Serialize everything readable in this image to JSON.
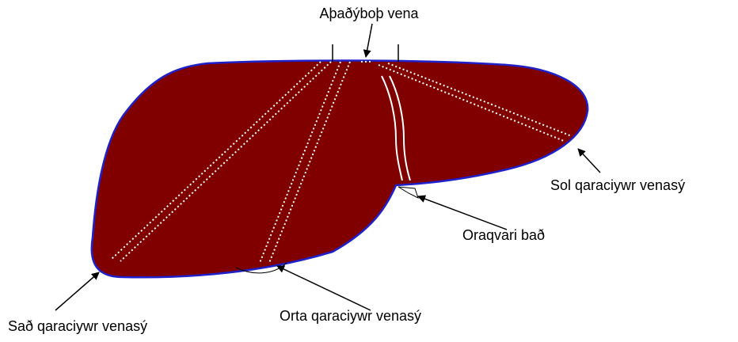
{
  "diagram": {
    "colors": {
      "liver_fill": "#800000",
      "outline": "#2020c8",
      "vessel_lines": "#ffffff",
      "arrows": "#000000",
      "background": "#ffffff"
    },
    "labels": {
      "top_vein": "Aþaðýboþ vena",
      "left_hepatic_vein": "Sol qaraciywr venasý",
      "gallbladder": "Oraqvari bað",
      "right_hepatic_vein": "Sað qaraciywr venasý",
      "middle_hepatic_vein": "Orta qaraciywr venasý"
    }
  }
}
